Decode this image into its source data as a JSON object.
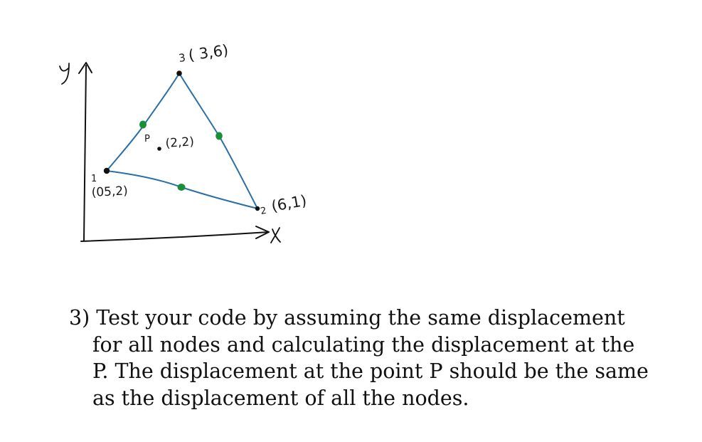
{
  "diagram": {
    "axis_x_label": "x",
    "axis_y_label": "y",
    "node1": {
      "label": "1",
      "coords": "(05,2)"
    },
    "node2": {
      "label": "2",
      "coords": "(6,1)"
    },
    "node3": {
      "label": "3",
      "coords": "( 3,6)"
    },
    "point_p": {
      "label": "P",
      "coords": "(2,2)"
    },
    "colors": {
      "edge": "#2a6fa8",
      "midside_node": "#1a8f3a",
      "corner_node": "#111111",
      "axis": "#111111"
    }
  },
  "question": {
    "line1": "3) Test your code by assuming the same displacement",
    "line2": "for all nodes and calculating the displacement at the",
    "line3": "P. The displacement at the point P should be the same",
    "line4": "as the displacement of all the nodes."
  }
}
